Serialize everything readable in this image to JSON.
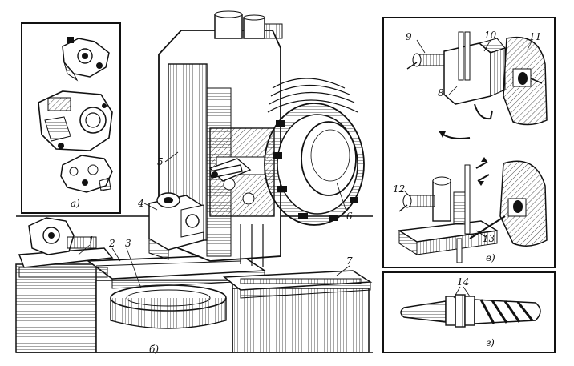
{
  "panels": {
    "a": {
      "caption": "а)"
    },
    "b": {
      "caption": "б)"
    },
    "v": {
      "caption": "в)"
    },
    "g": {
      "caption": "г)"
    }
  },
  "labels": [
    "1",
    "2",
    "3",
    "4",
    "5",
    "6",
    "7",
    "8",
    "9",
    "10",
    "11",
    "12",
    "13",
    "14"
  ],
  "colors": {
    "ink": "#111111",
    "paper": "#ffffff"
  }
}
